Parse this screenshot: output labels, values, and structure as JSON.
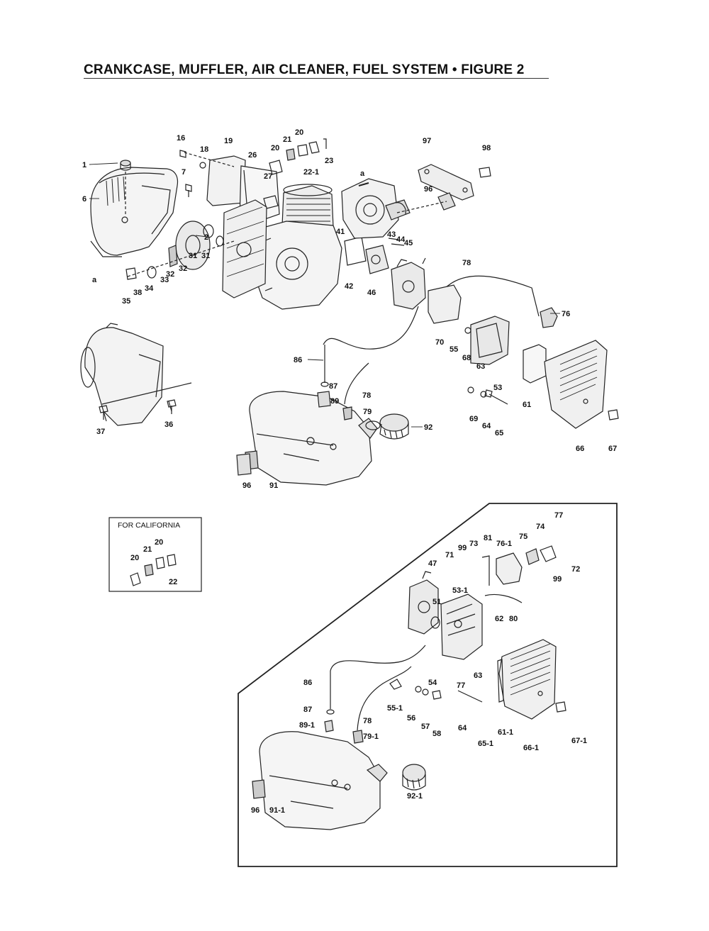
{
  "title": "CRANKCASE, MUFFLER, AIR CLEANER, FUEL SYSTEM  •  FIGURE 2",
  "california_box_title": "FOR CALIFORNIA",
  "main_callouts": [
    "1",
    "6",
    "a",
    "16",
    "18",
    "7",
    "2",
    "19",
    "26",
    "20",
    "21",
    "20",
    "27",
    "23",
    "22-1",
    "a",
    "97",
    "98",
    "96",
    "41",
    "43",
    "44",
    "45",
    "42",
    "46",
    "31",
    "31",
    "32",
    "32",
    "33",
    "34",
    "38",
    "35",
    "78",
    "76",
    "70",
    "55",
    "68",
    "63",
    "53",
    "86",
    "87",
    "89",
    "78",
    "79",
    "92",
    "69",
    "64",
    "65",
    "61",
    "66",
    "67",
    "37",
    "36",
    "96",
    "91"
  ],
  "california_callouts": [
    "20",
    "21",
    "20",
    "22"
  ],
  "inset_callouts": [
    "77",
    "74",
    "75",
    "76-1",
    "81",
    "73",
    "99",
    "71",
    "72",
    "99",
    "47",
    "53-1",
    "51",
    "80",
    "62",
    "54",
    "77",
    "63",
    "86",
    "87",
    "55-1",
    "78",
    "56",
    "57",
    "58",
    "64",
    "65-1",
    "61-1",
    "66-1",
    "67-1",
    "89-1",
    "79-1",
    "92-1",
    "96",
    "91-1"
  ]
}
